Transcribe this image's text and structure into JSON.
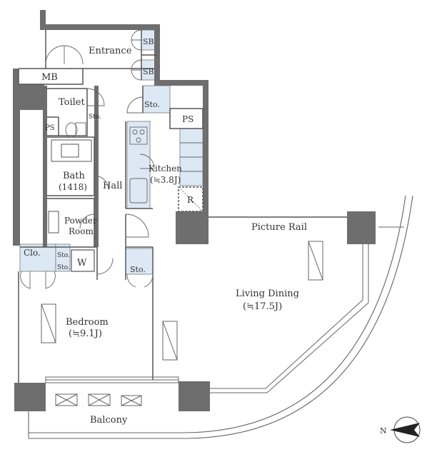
{
  "rooms": {
    "entrance": "Entrance",
    "mb": "MB",
    "sb_upper": "SB",
    "sb_lower": "SB",
    "toilet": "Toilet",
    "sto_toilet": "Sto.",
    "ps_toilet": "PS",
    "sto_kitchen": "Sto.",
    "ps_kitchen": "PS",
    "kitchen": "Kitchen",
    "kitchen_size": "(≒3.8J)",
    "refrigerator": "R",
    "bath": "Bath",
    "bath_size": "(1418)",
    "hall": "Hall",
    "powder_room_1": "Powder",
    "powder_room_2": "Room",
    "clo": "Clo.",
    "sto_small_1": "Sto.",
    "sto_small_2": "Sto.",
    "washer": "W",
    "sto_bedroom": "Sto.",
    "picture_rail": "Picture Rail",
    "living_dining": "Living Dining",
    "living_dining_size": "(≒17.5J)",
    "bedroom": "Bedroom",
    "bedroom_size": "(≒9.1J)",
    "balcony": "Balcony"
  },
  "compass": {
    "north_label": "N"
  },
  "colors": {
    "wall": "#6e6e6e",
    "storage": "#dce9f5",
    "line": "#555555"
  }
}
